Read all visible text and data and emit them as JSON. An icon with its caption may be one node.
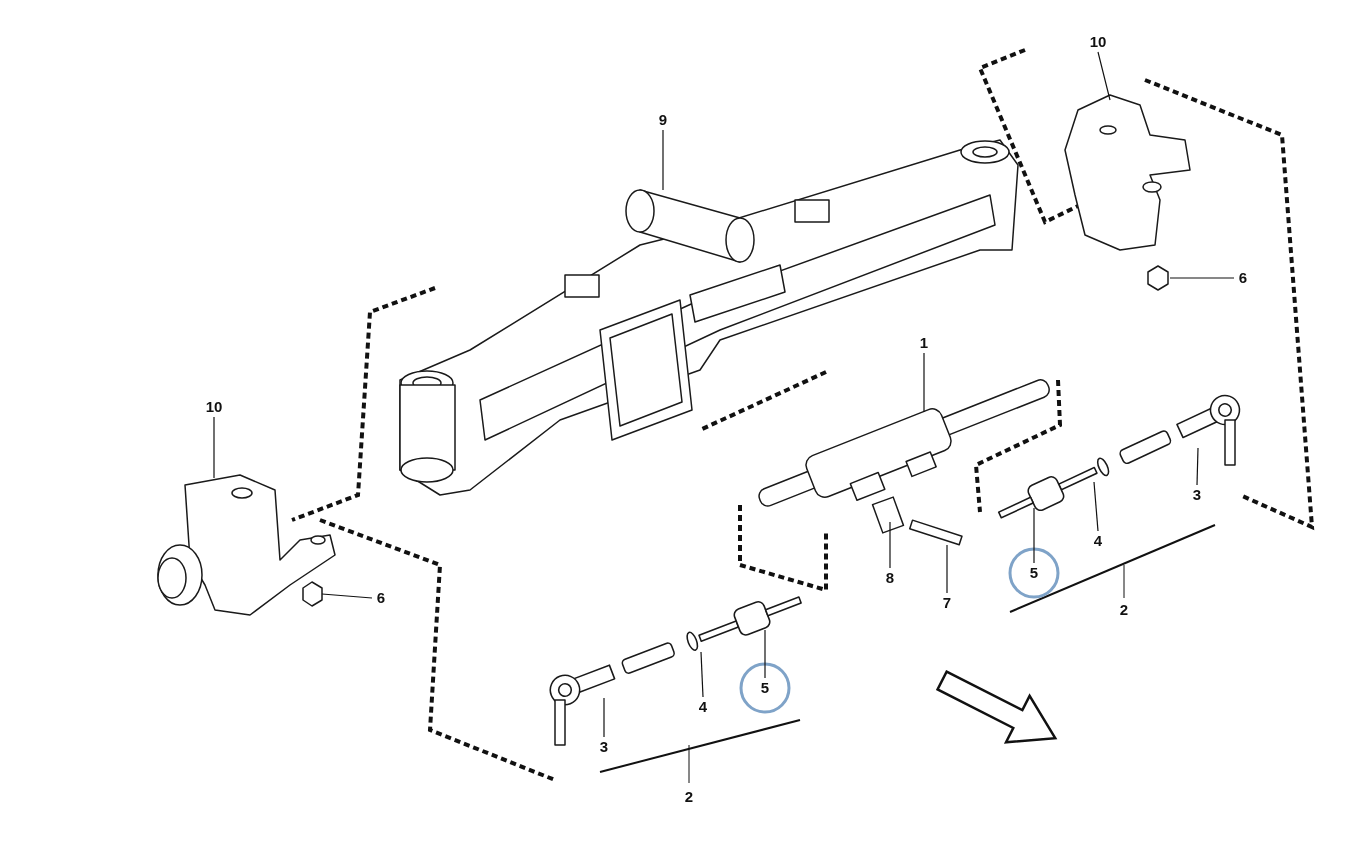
{
  "diagram": {
    "nodes": [
      {
        "text": [
          "10"
        ]
      },
      {
        "text": [
          "9"
        ]
      },
      {
        "text": [
          "1"
        ]
      },
      {
        "text": [
          "10"
        ]
      },
      {
        "text": [
          "6"
        ]
      },
      {
        "text": [
          "6"
        ]
      },
      {
        "text": [
          "3"
        ]
      },
      {
        "text": [
          "4"
        ]
      },
      {
        "text": [
          "5"
        ]
      },
      {
        "text": [
          "8"
        ]
      },
      {
        "text": [
          "7"
        ]
      },
      {
        "text": [
          "5"
        ]
      },
      {
        "text": [
          "4"
        ]
      },
      {
        "text": [
          "3"
        ]
      }
    ],
    "edges": [
      {
        "from": 0,
        "to": null,
        "arrow": "none"
      },
      {
        "from": 1,
        "to": null,
        "arrow": "none"
      },
      {
        "from": 2,
        "to": null,
        "arrow": "none"
      },
      {
        "from": 3,
        "to": null,
        "arrow": "none"
      },
      {
        "from": 4,
        "to": null,
        "arrow": "none"
      },
      {
        "from": 5,
        "to": null,
        "arrow": "none"
      },
      {
        "from": 6,
        "to": null,
        "arrow": "none"
      },
      {
        "from": 7,
        "to": null,
        "arrow": "none"
      },
      {
        "from": 8,
        "to": null,
        "arrow": "none"
      },
      {
        "from": 9,
        "to": null,
        "arrow": "none"
      },
      {
        "from": 10,
        "to": null,
        "arrow": "none"
      },
      {
        "from": 11,
        "to": null,
        "arrow": "none"
      },
      {
        "from": 12,
        "to": null,
        "arrow": "none"
      },
      {
        "from": 13,
        "to": null,
        "arrow": "none"
      }
    ],
    "labels": [
      "2",
      "2"
    ]
  }
}
